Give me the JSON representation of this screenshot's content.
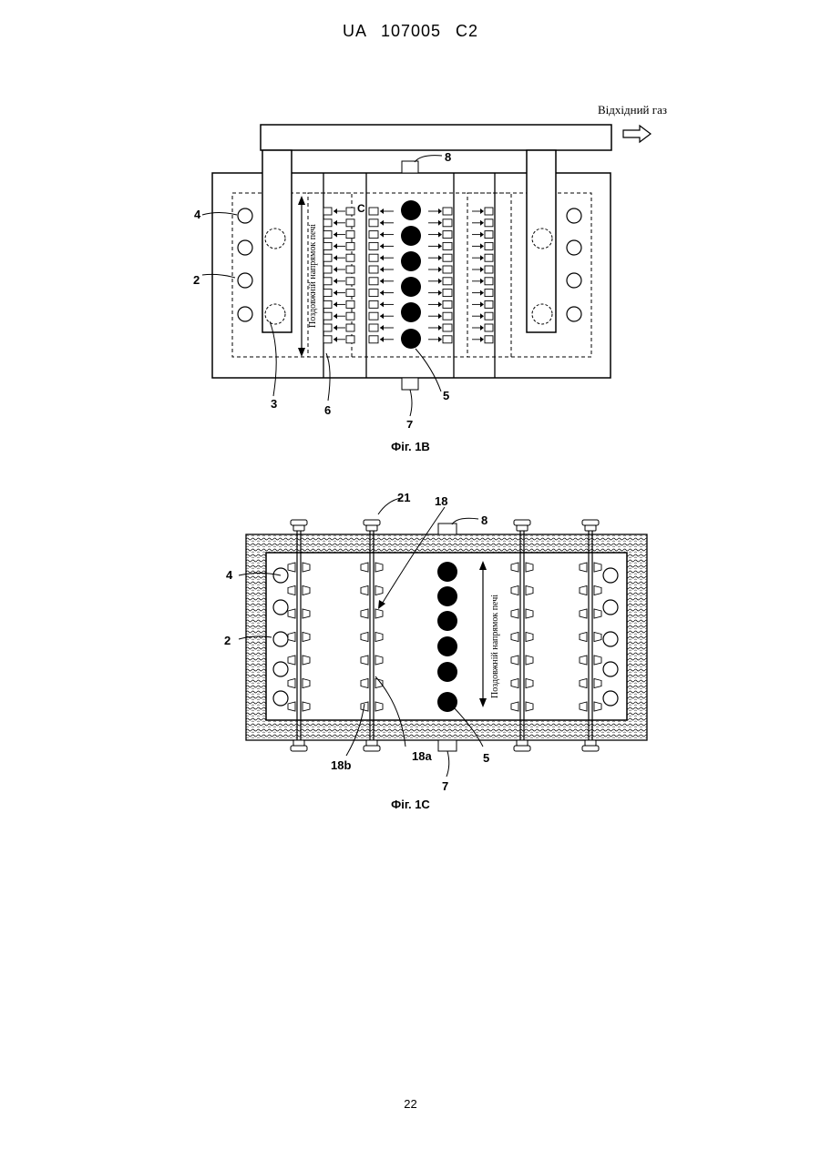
{
  "header": "UA 107005 C2",
  "fig1b": {
    "caption": "Фіг. 1В",
    "exhaust_label": "Відхідний газ",
    "direction_label": "Поздовжній напрямок печі",
    "labels": {
      "l4": "4",
      "l2": "2",
      "l3": "3",
      "l6": "6",
      "l7": "7",
      "l5": "5",
      "l8": "8",
      "lc": "C"
    }
  },
  "fig1c": {
    "caption": "Фіг. 1С",
    "direction_label": "Поздовжній напрямок печі",
    "labels": {
      "l21": "21",
      "l18": "18",
      "l8": "8",
      "l4": "4",
      "l2": "2",
      "l18b": "18b",
      "l18a": "18a",
      "l5": "5",
      "l7": "7"
    }
  },
  "page_number": "22"
}
